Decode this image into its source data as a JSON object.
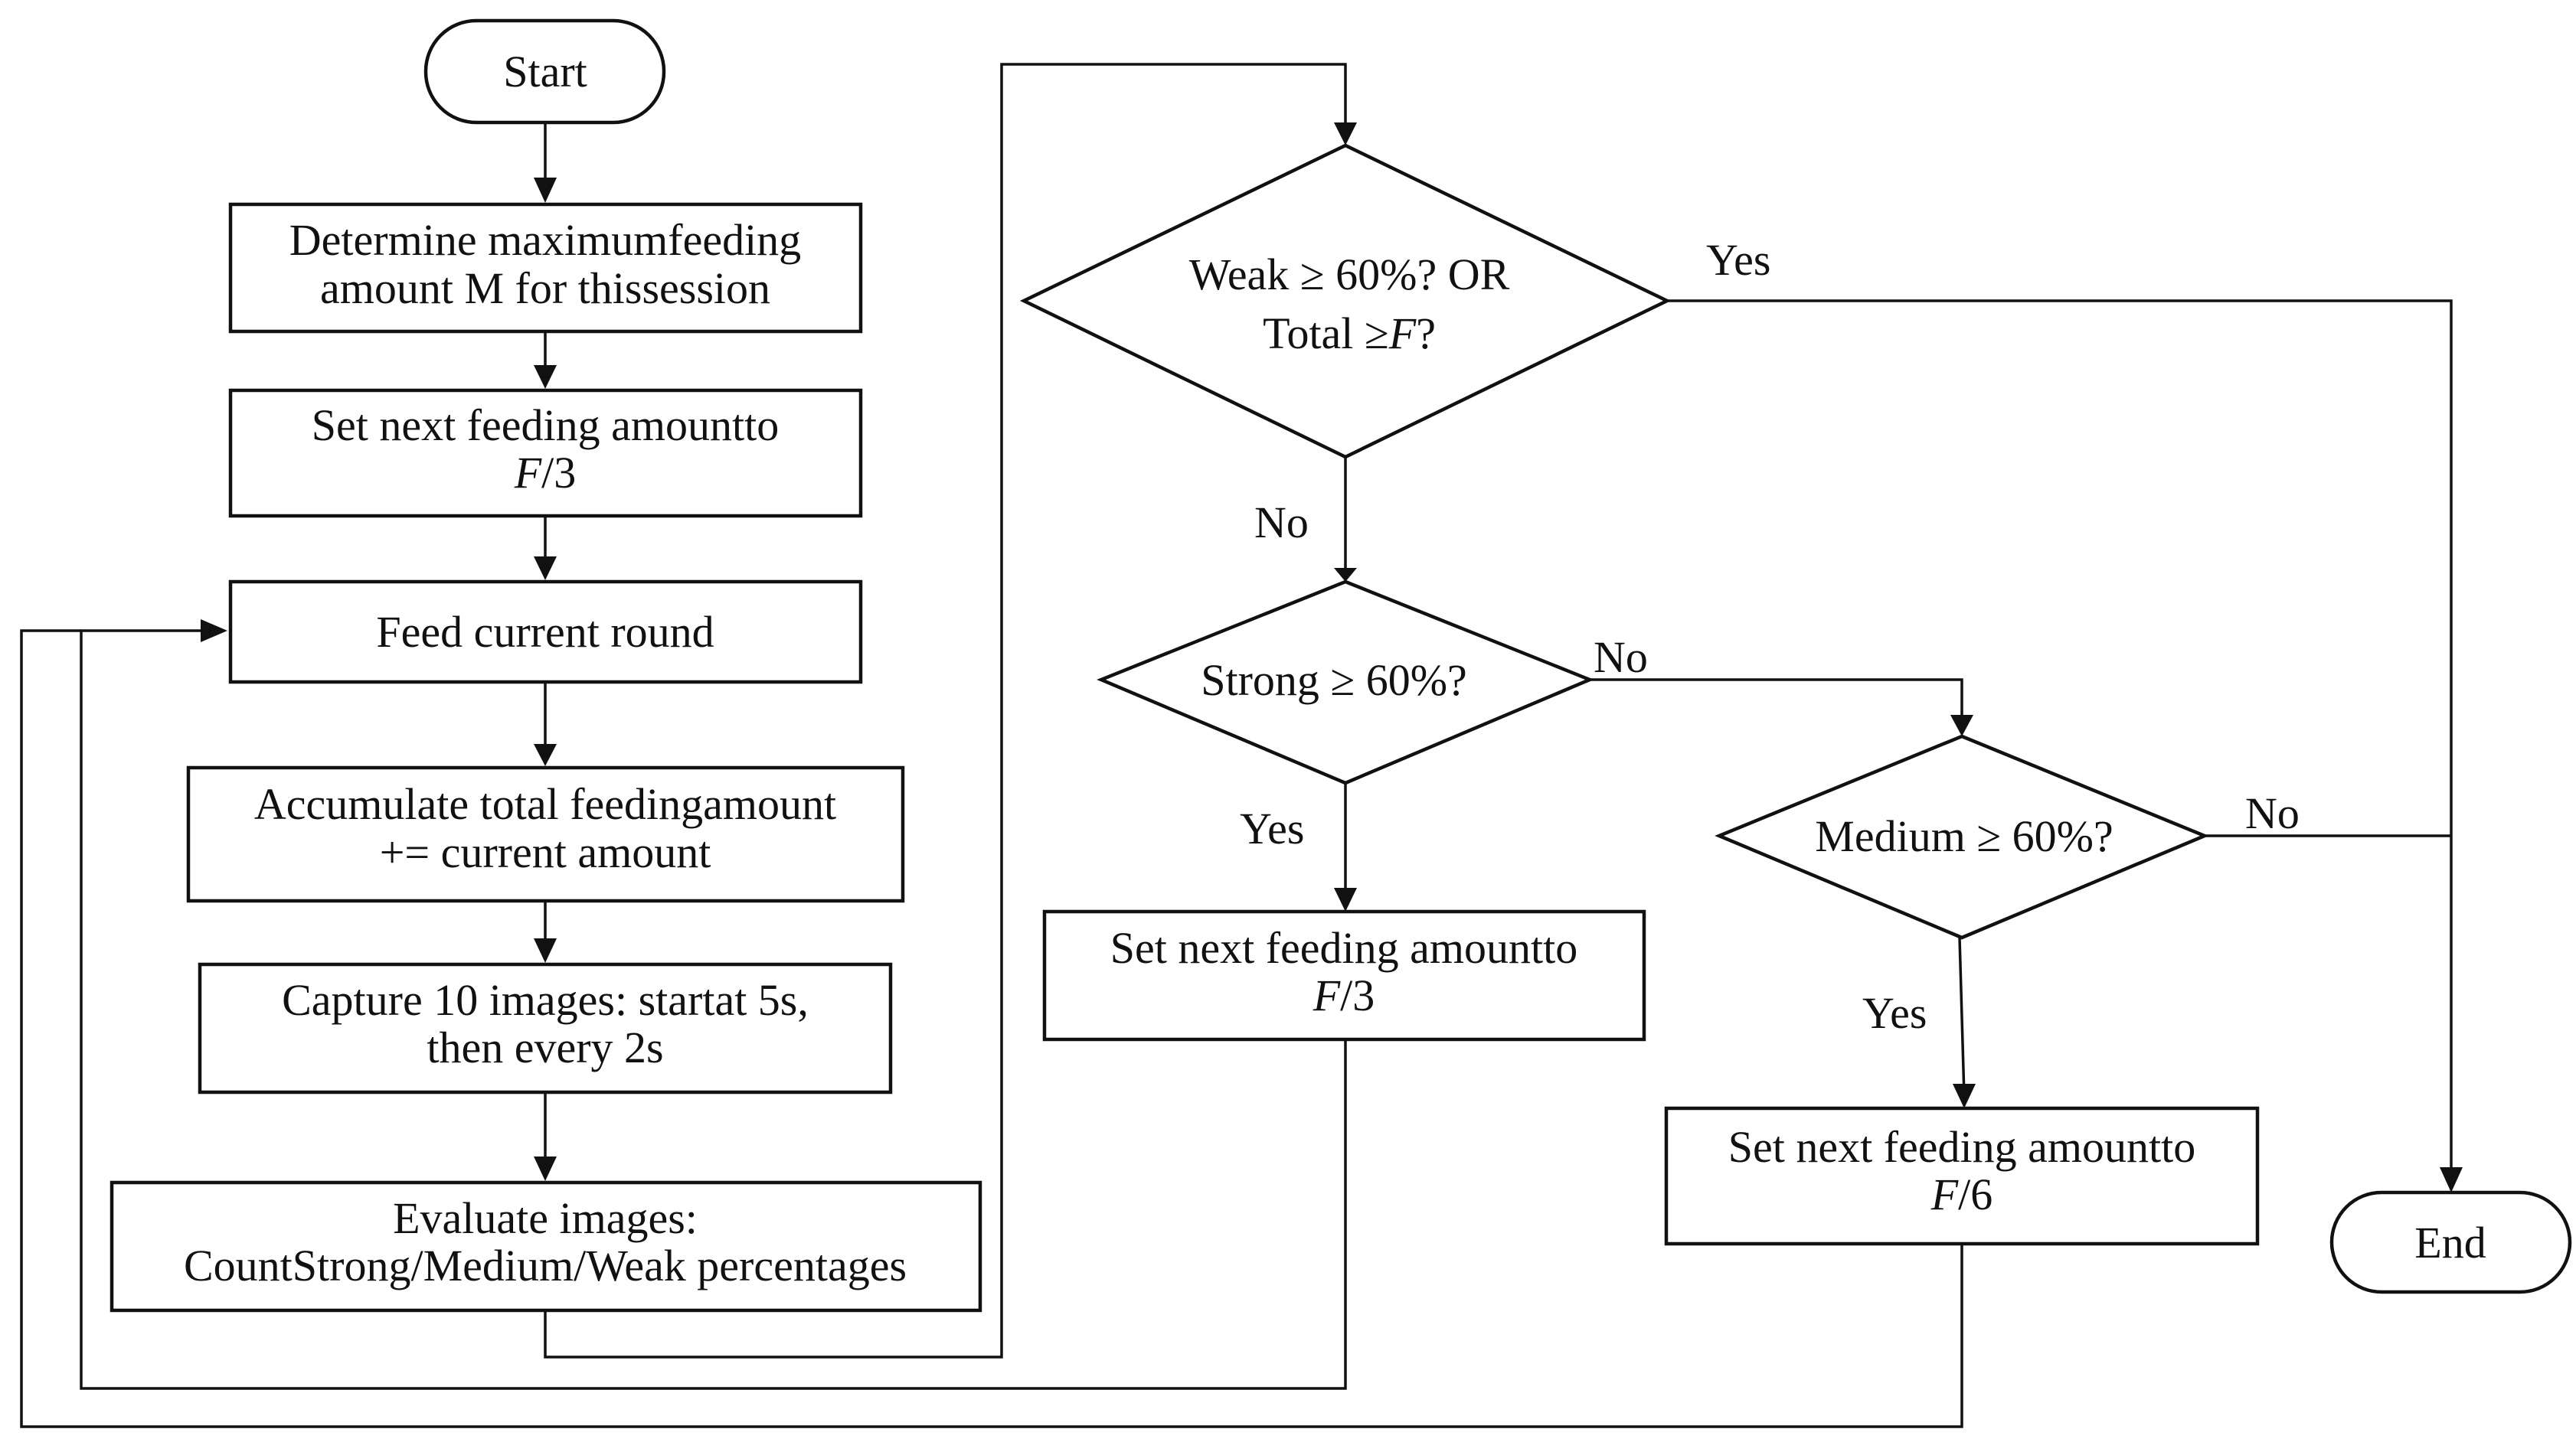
{
  "nodes": {
    "start": "Start",
    "determine_1": "Determine maximumfeeding",
    "determine_2": "amount M for thissession",
    "set_f3_1": "Set next feeding amountto",
    "set_f3_2_var": "F",
    "set_f3_2_rest": "/3",
    "feed": "Feed current round",
    "accumulate_1": "Accumulate total feedingamount",
    "accumulate_2": "+= current amount",
    "capture_1": "Capture 10 images: startat 5s,",
    "capture_2": "then every 2s",
    "evaluate_1": "Evaluate images:",
    "evaluate_2": "CountStrong/Medium/Weak percentages",
    "weak_1": "Weak ≥ 60%? OR",
    "weak_2_pre": "Total ≥",
    "weak_2_var": "F",
    "weak_2_post": "?",
    "strong": "Strong ≥ 60%?",
    "set_strong_1": "Set next feeding amountto",
    "set_strong_2_var": "F",
    "set_strong_2_rest": "/3",
    "medium": "Medium ≥ 60%?",
    "set_medium_1": "Set next feeding amountto",
    "set_medium_2_var": "F",
    "set_medium_2_rest": "/6",
    "end": "End"
  },
  "edge_labels": {
    "weak_yes": "Yes",
    "weak_no": "No",
    "strong_no": "No",
    "strong_yes": "Yes",
    "medium_no": "No",
    "medium_yes": "Yes"
  },
  "colors": {
    "line": "#111111",
    "background": "#ffffff"
  }
}
